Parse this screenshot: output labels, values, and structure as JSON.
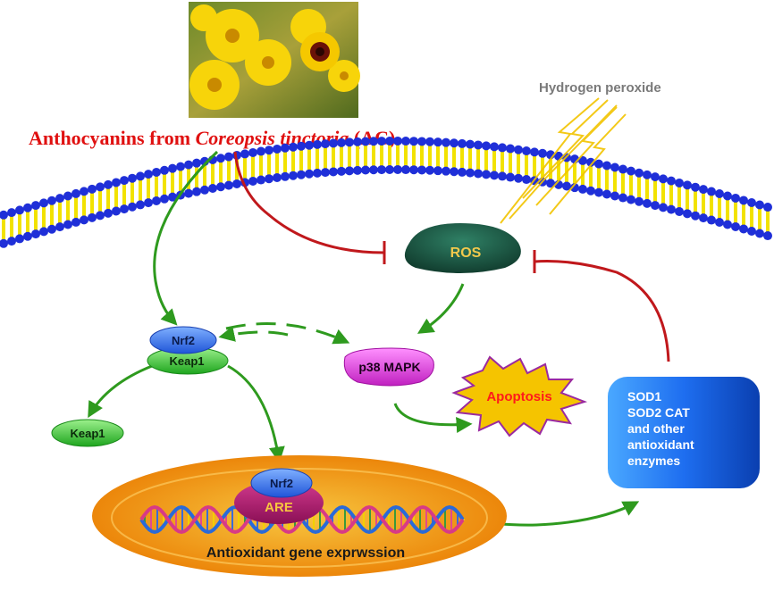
{
  "figure": {
    "photo_alt": "yellow coreopsis flowers photo",
    "title": {
      "prefix": "Anthocyanins from ",
      "species": "Coreopsis tinctoria",
      "suffix": " (AC)"
    },
    "stimulus": "Hydrogen peroxide",
    "nodes": {
      "ros": "ROS",
      "nrf2": "Nrf2",
      "keap1": "Keap1",
      "keap1_free": "Keap1",
      "p38": "p38 MAPK",
      "apoptosis": "Apoptosis",
      "nucleus_nrf2": "Nrf2",
      "are": "ARE",
      "gene_expression": "Antioxidant gene exprwssion",
      "enzymes": [
        "SOD1",
        "SOD2 CAT",
        "and other",
        "antioxidant",
        "enzymes"
      ]
    },
    "colors": {
      "activation_arrow": "#2e9a1e",
      "inhibition_line": "#c0181c",
      "title_red": "#e01010",
      "membrane_head": "#1f2fd8",
      "membrane_tail": "#f2e200",
      "ros_fill": "#1d5a45",
      "ros_text": "#f2c94c",
      "nucleus_outer": "#f08a00",
      "nucleus_inner": "#f4b82a",
      "enzyme_box": "#1e6ef0",
      "apoptosis_fill": "#f5c400",
      "apoptosis_text": "#ff1a1a",
      "p38_fill": "#e040e0",
      "nrf2_fill": "#3a7bf0",
      "keap1_fill": "#3ad03a",
      "are_fill": "#b0176e",
      "stimulus_text": "#7a7a7a"
    }
  }
}
